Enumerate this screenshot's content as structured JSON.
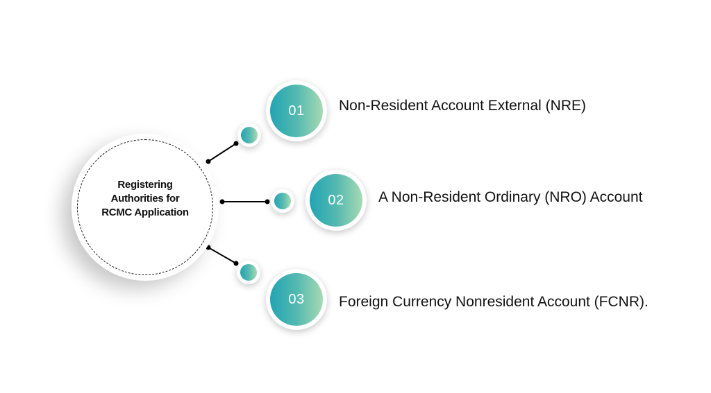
{
  "hub": {
    "title_lines": [
      "Registering",
      "Authorities for",
      "RCMC Application"
    ]
  },
  "items": [
    {
      "number": "01",
      "label": "Non-Resident Account External (NRE)"
    },
    {
      "number": "02",
      "label": "A Non-Resident Ordinary (NRO) Account"
    },
    {
      "number": "03",
      "label": "Foreign Currency Nonresident Account (FCNR)."
    }
  ],
  "colors": {
    "gradient_start": "#22a4b4",
    "gradient_mid": "#53b9b0",
    "gradient_end": "#a7d9b3",
    "text": "#111111",
    "connector": "#000000"
  }
}
